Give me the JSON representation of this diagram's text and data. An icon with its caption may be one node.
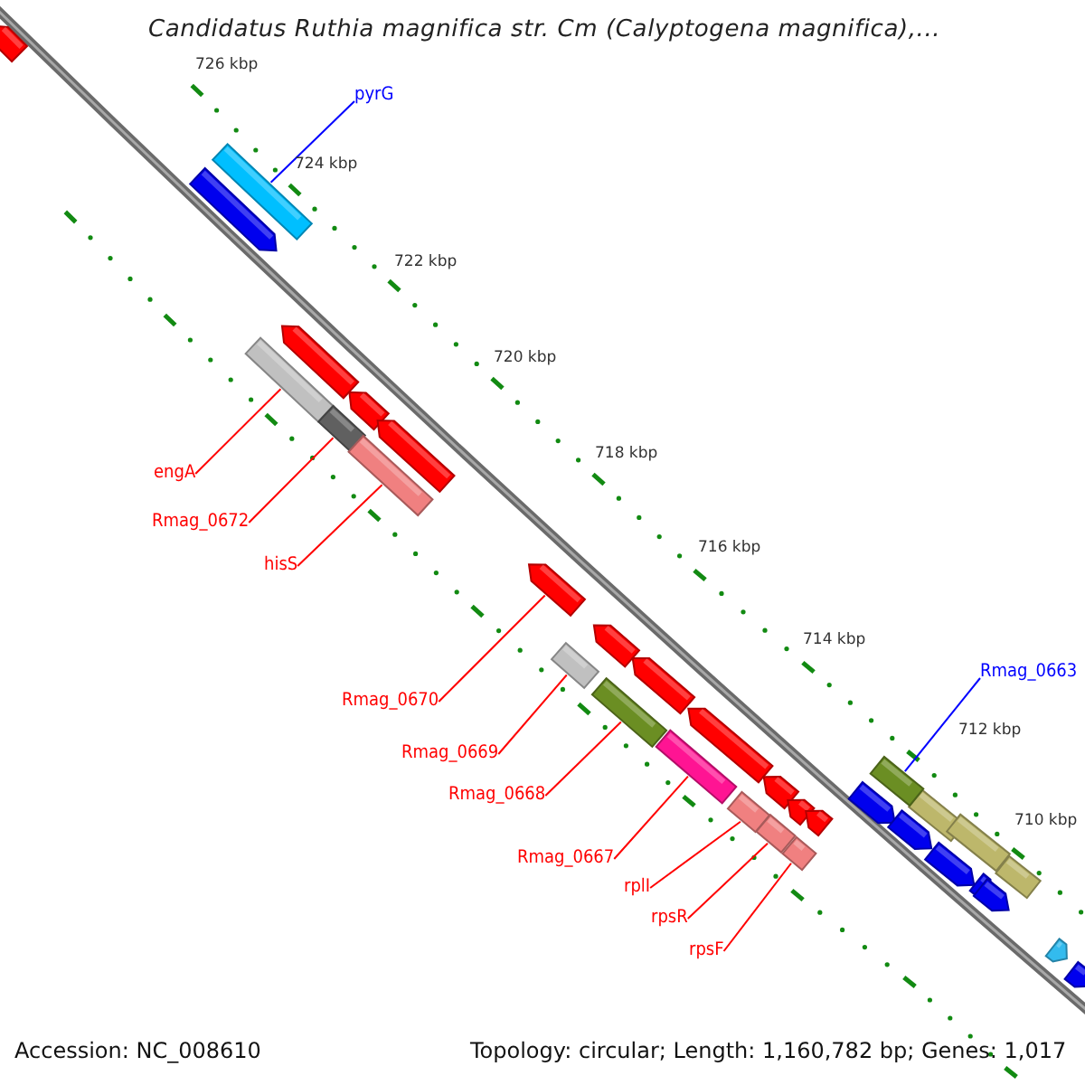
{
  "diagram": {
    "title": "Candidatus Ruthia magnifica str. Cm (Calyptogena magnifica),...",
    "nodes": [
      {
        "text": [
          "pyrG"
        ]
      },
      {
        "text": [],
        "shape": "bar"
      },
      {
        "text": [
          "Rmag_0663"
        ]
      },
      {
        "text": [],
        "shape": "bar"
      },
      {
        "text": [
          "engA"
        ]
      },
      {
        "text": [],
        "shape": "bar"
      },
      {
        "text": [
          "Rmag_0672"
        ]
      },
      {
        "text": [],
        "shape": "bar"
      },
      {
        "text": [
          "hisS"
        ]
      },
      {
        "text": [],
        "shape": "bar"
      },
      {
        "text": [
          "Rmag_0670"
        ]
      },
      {
        "text": [],
        "shape": "bar"
      },
      {
        "text": [
          "Rmag_0669"
        ]
      },
      {
        "text": [],
        "shape": "bar"
      },
      {
        "text": [
          "Rmag_0668"
        ]
      },
      {
        "text": [],
        "shape": "bar"
      },
      {
        "text": [
          "Rmag_0667"
        ]
      },
      {
        "text": [],
        "shape": "bar"
      },
      {
        "text": [
          "rplI"
        ]
      },
      {
        "text": [],
        "shape": "bar"
      },
      {
        "text": [
          "rpsR"
        ]
      },
      {
        "text": [],
        "shape": "bar"
      },
      {
        "text": [
          "rpsF"
        ]
      },
      {
        "text": [],
        "shape": "bar"
      }
    ],
    "edges": [
      {
        "from": 0,
        "to": 1,
        "arrow": "none",
        "color": "#0000ff"
      },
      {
        "from": 2,
        "to": 3,
        "arrow": "none",
        "color": "#0000ff"
      },
      {
        "from": 4,
        "to": 5,
        "arrow": "none"
      },
      {
        "from": 6,
        "to": 7,
        "arrow": "none"
      },
      {
        "from": 8,
        "to": 9,
        "arrow": "none"
      },
      {
        "from": 10,
        "to": 11,
        "arrow": "none"
      },
      {
        "from": 12,
        "to": 13,
        "arrow": "none"
      },
      {
        "from": 14,
        "to": 15,
        "arrow": "none"
      },
      {
        "from": 16,
        "to": 17,
        "arrow": "none"
      },
      {
        "from": 18,
        "to": 19,
        "arrow": "none"
      },
      {
        "from": 20,
        "to": 21,
        "arrow": "none"
      },
      {
        "from": 22,
        "to": 23,
        "arrow": "none"
      }
    ],
    "labels": [
      "726 kbp",
      "724 kbp",
      "722 kbp",
      "720 kbp",
      "718 kbp",
      "716 kbp",
      "714 kbp",
      "712 kbp",
      "710 kbp",
      "Accession: NC_008610",
      "Topology: circular; Length: 1,160,782 bp; Genes: 1,017"
    ]
  }
}
